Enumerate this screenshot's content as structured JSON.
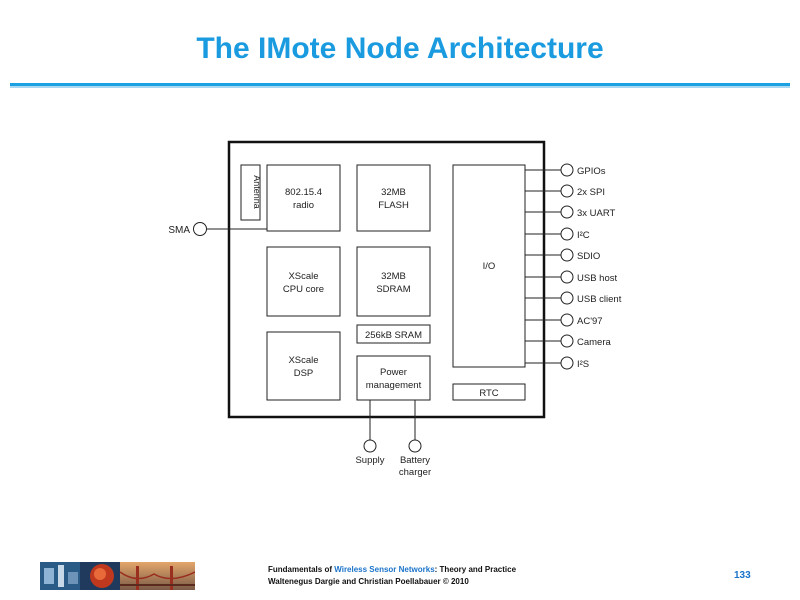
{
  "slide": {
    "title": "The IMote Node Architecture"
  },
  "diagram": {
    "blocks": {
      "antenna": "Antenna",
      "radio_line1": "802.15.4",
      "radio_line2": "radio",
      "flash_line1": "32MB",
      "flash_line2": "FLASH",
      "cpu_line1": "XScale",
      "cpu_line2": "CPU core",
      "sdram_line1": "32MB",
      "sdram_line2": "SDRAM",
      "sram": "256kB SRAM",
      "dsp_line1": "XScale",
      "dsp_line2": "DSP",
      "power_line1": "Power",
      "power_line2": "management",
      "io": "I/O",
      "rtc": "RTC"
    },
    "left_connector": "SMA",
    "right_ports": [
      "GPIOs",
      "2x SPI",
      "3x UART",
      "I²C",
      "SDIO",
      "USB host",
      "USB client",
      "AC'97",
      "Camera",
      "I²S"
    ],
    "bottom_connectors": {
      "supply": "Supply",
      "battery_line1": "Battery",
      "battery_line2": "charger"
    }
  },
  "footer": {
    "book_prefix": "Fundamentals of ",
    "book_highlight": "Wireless Sensor Networks",
    "book_suffix": ": Theory and Practice",
    "authors": "Waltenegus Dargie and Christian Poellabauer © 2010",
    "page_number": "133"
  },
  "colors": {
    "title": "#1a9be0",
    "accent_link": "#1a73c9"
  }
}
